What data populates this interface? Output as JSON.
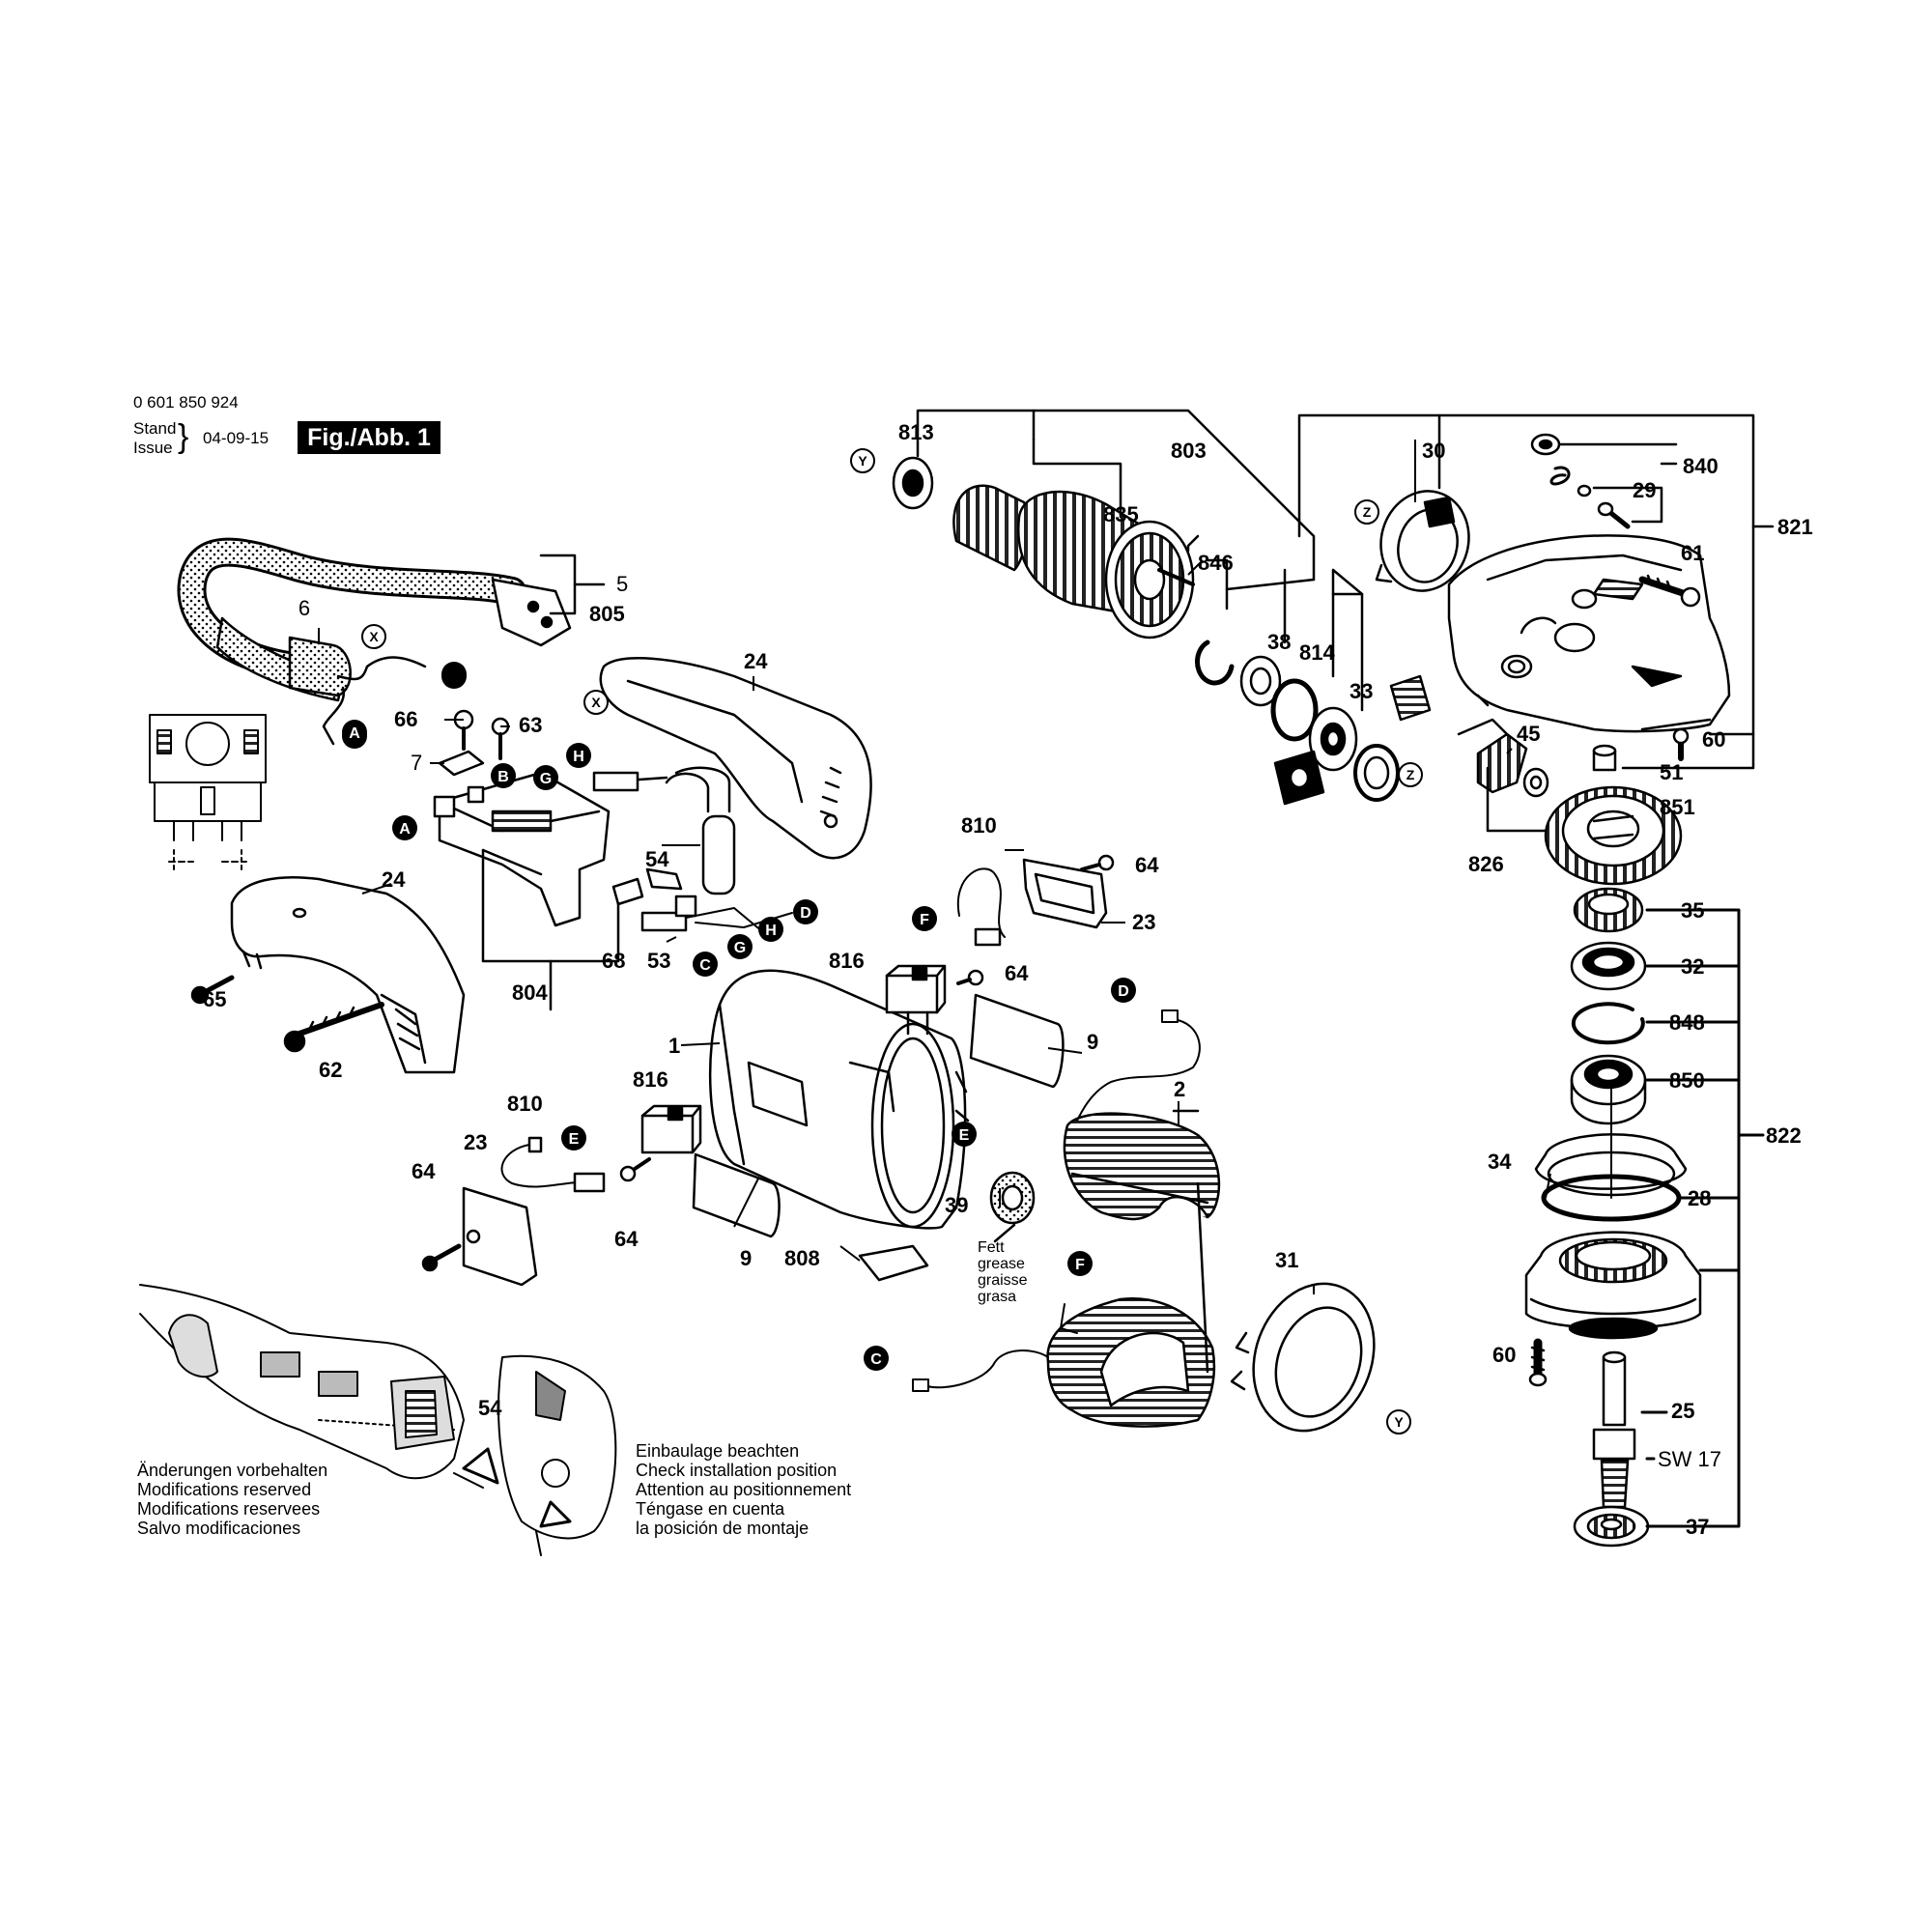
{
  "header": {
    "part_number": "0 601 850 924",
    "stand_label": "Stand",
    "issue_label": "Issue",
    "date": "04-09-15",
    "figure": "Fig./Abb. 1"
  },
  "notes": {
    "modifications": [
      "Änderungen vorbehalten",
      "Modifications reserved",
      "Modifications reservees",
      "Salvo modificaciones"
    ],
    "installation": [
      "Einbaulage beachten",
      "Check installation position",
      "Attention au positionnement",
      "Téngase en cuenta",
      "la posición de montaje"
    ],
    "grease": [
      "Fett",
      "grease",
      "graisse",
      "grasa"
    ]
  },
  "part_labels": {
    "p1": "1",
    "p2": "2",
    "p5": "5",
    "p6": "6",
    "p7": "7",
    "p9a": "9",
    "p9b": "9",
    "p23a": "23",
    "p23b": "23",
    "p24a": "24",
    "p24b": "24",
    "p25": "25",
    "p28": "28",
    "p29": "29",
    "p30": "30",
    "p31": "31",
    "p32": "32",
    "p33": "33",
    "p34": "34",
    "p35": "35",
    "p37": "37",
    "p38": "38",
    "p39": "39",
    "p45": "45",
    "p51": "51",
    "p53": "53",
    "p54a": "54",
    "p54b": "54",
    "p60a": "60",
    "p60b": "60",
    "p61": "61",
    "p62": "62",
    "p63": "63",
    "p64a": "64",
    "p64b": "64",
    "p64c": "64",
    "p64d": "64",
    "p65": "65",
    "p66": "66",
    "p68": "68",
    "p803": "803",
    "p804": "804",
    "p805": "805",
    "p808": "808",
    "p810a": "810",
    "p810b": "810",
    "p813": "813",
    "p814": "814",
    "p816a": "816",
    "p816b": "816",
    "p821": "821",
    "p822": "822",
    "p826": "826",
    "p835": "835",
    "p840": "840",
    "p846": "846",
    "p848": "848",
    "p850": "850",
    "p851": "851",
    "sw17": "SW 17"
  },
  "ref_markers": {
    "A": "A",
    "B": "B",
    "C": "C",
    "D": "D",
    "E": "E",
    "F": "F",
    "G": "G",
    "H": "H",
    "X": "X",
    "Y": "Y",
    "Z": "Z"
  },
  "colors": {
    "ink": "#000000",
    "paper": "#ffffff",
    "shade": "#d9d9d9"
  }
}
